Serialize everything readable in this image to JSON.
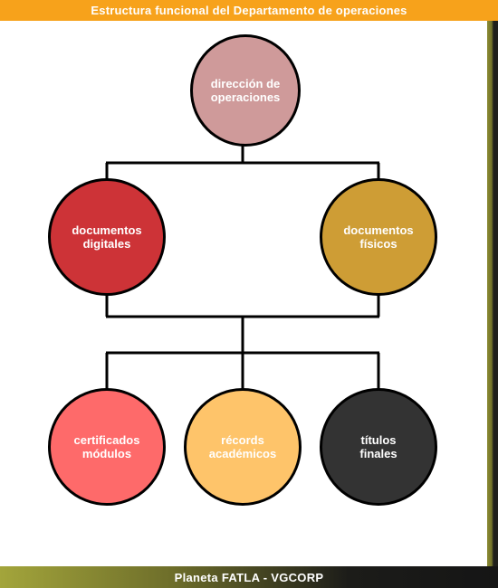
{
  "header": {
    "title": "Estructura funcional del Departamento de operaciones"
  },
  "footer": {
    "text": "Planeta FATLA - VGCORP"
  },
  "colors": {
    "header": "#f7a21b",
    "node_top": "#cf9a9a",
    "node_digital": "#cd3337",
    "node_fisicos": "#ce9d35",
    "node_certificados": "#fe6a6a",
    "node_records": "#fec46a",
    "node_titulos": "#333333",
    "connector": "#000000"
  },
  "nodes": {
    "direccion": "dirección de\noperaciones",
    "digitales": "documentos\ndigitales",
    "fisicos": "documentos\nfísicos",
    "certificados": "certificados\nmódulos",
    "records": "récords\nacadémicos",
    "titulos": "títulos\nfinales"
  }
}
